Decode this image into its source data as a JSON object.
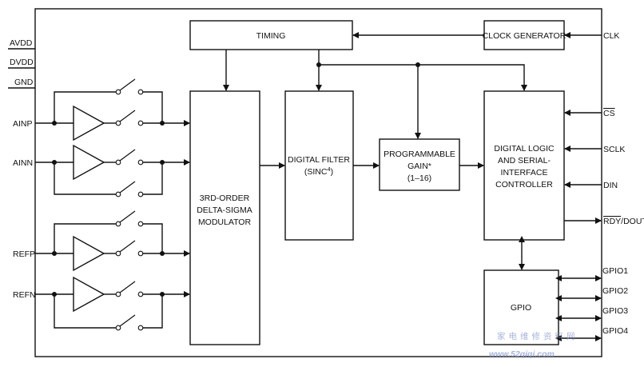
{
  "blocks": {
    "timing": "TIMING",
    "clock_generator": "CLOCK GENERATOR",
    "modulator": [
      "3RD-ORDER",
      "DELTA-SIGMA",
      "MODULATOR"
    ],
    "digital_filter_line1": "DIGITAL FILTER",
    "digital_filter_line2_prefix": "(SINC",
    "digital_filter_line2_sup": "4",
    "digital_filter_line2_suffix": ")",
    "programmable_gain": [
      "PROGRAMMABLE",
      "GAIN*",
      "(1–16)"
    ],
    "controller": [
      "DIGITAL LOGIC",
      "AND SERIAL-",
      "INTERFACE",
      "CONTROLLER"
    ],
    "gpio": "GPIO"
  },
  "pins_left": {
    "avdd": "AVDD",
    "dvdd": "DVDD",
    "gnd": "GND",
    "ainp": "AINP",
    "ainn": "AINN",
    "refp": "REFP",
    "refn": "REFN"
  },
  "pins_right": {
    "clk": "CLK",
    "cs": "CS",
    "sclk": "SCLK",
    "din": "DIN",
    "rdy_dout_overlined": "RDY",
    "rdy_dout_rest": "/DOUT",
    "gpio1": "GPIO1",
    "gpio2": "GPIO2",
    "gpio3": "GPIO3",
    "gpio4": "GPIO4"
  },
  "watermark": {
    "cjk": "家电维修资料网",
    "url": "www.52qiqi.com"
  },
  "colors": {
    "line": "#111111",
    "watermark": "#8a9ad0"
  }
}
